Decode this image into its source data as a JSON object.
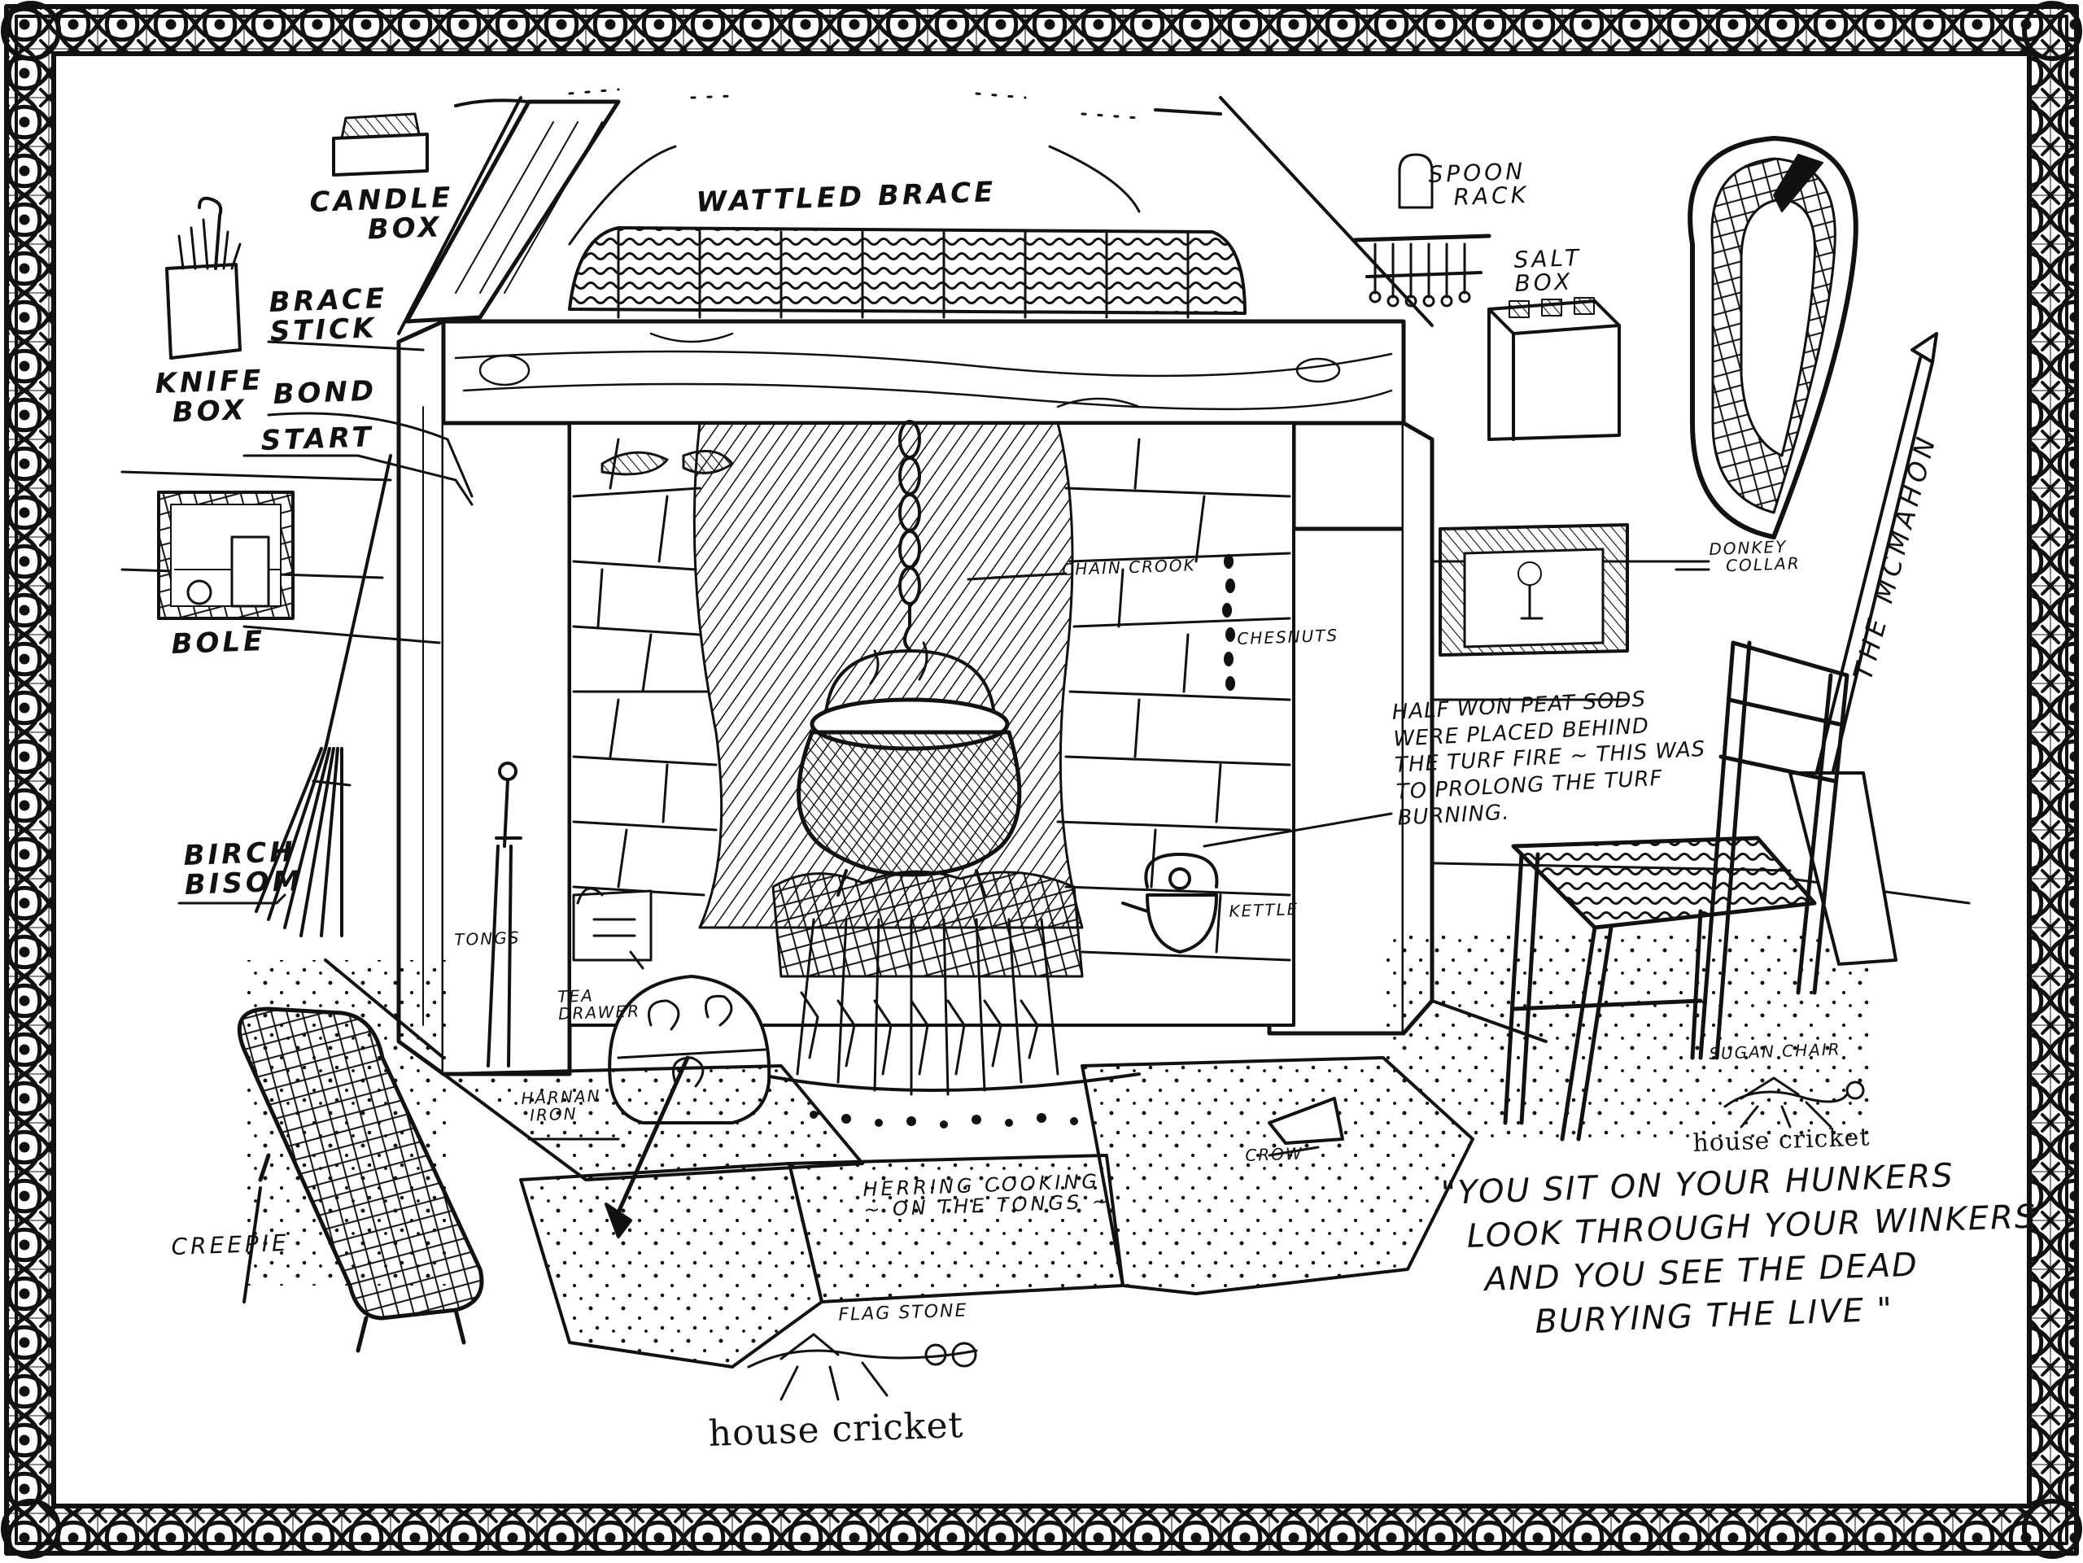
{
  "labels": {
    "wattled_brace": "WATTLED BRACE",
    "candle_box": [
      "CANDLE",
      "BOX"
    ],
    "knife_box": [
      "KNIFE",
      "BOX"
    ],
    "brace_stick": [
      "BRACE",
      "STICK"
    ],
    "bond": "BOND",
    "start": "START",
    "bole": "BOLE",
    "spoon_rack": [
      "SPOON",
      "RACK"
    ],
    "salt_box": [
      "SALT",
      "BOX"
    ],
    "donkey_collar": [
      "DONKEY",
      "COLLAR"
    ],
    "the_mcmahon": "THE MCMAHON",
    "chain_crook": "CHAIN CROOK",
    "chesnuts": "CHESNUTS",
    "kettle": "KETTLE",
    "tongs": "TONGS",
    "tea_drawer": [
      "TEA",
      "DRAWER"
    ],
    "birch_bisom": [
      "BIRCH",
      "BISOM"
    ],
    "harnan_iron": [
      "HARNAN",
      "IRON"
    ],
    "herring_cooking": [
      "HERRING COOKING",
      "~ ON THE TONGS ~"
    ],
    "crow": "CROW",
    "creepie": "CREEPIE",
    "flag_stone": "FLAG STONE",
    "sugan_chair": "SUGAN CHAIR",
    "house_cricket_right": "house cricket",
    "house_cricket_bottom": "house cricket"
  },
  "note_lines": [
    "HALF WON PEAT SODS",
    "WERE PLACED BEHIND",
    "THE TURF FIRE ~ THIS WAS",
    "TO PROLONG THE TURF",
    "BURNING."
  ],
  "quote_lines": [
    "\"YOU SIT ON YOUR HUNKERS",
    "LOOK THROUGH YOUR WINKERS",
    "AND YOU SEE THE DEAD",
    "BURYING THE LIVE \""
  ]
}
